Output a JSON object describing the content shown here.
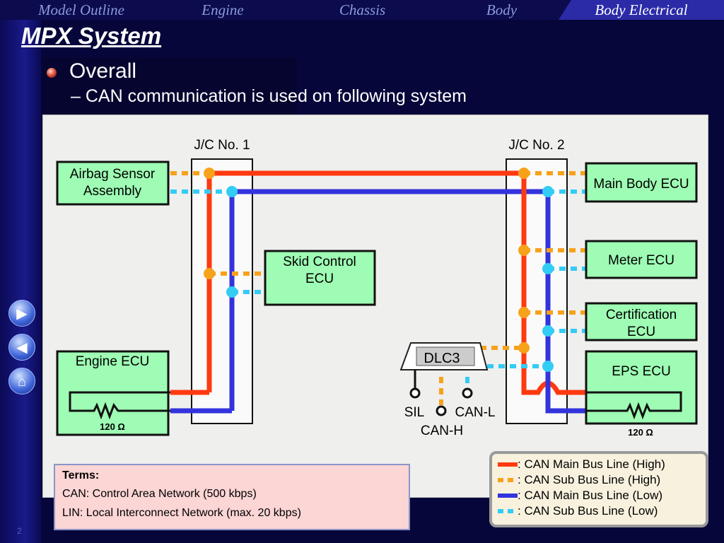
{
  "nav": {
    "tabs": [
      {
        "label": "Model Outline"
      },
      {
        "label": "Engine"
      },
      {
        "label": "Chassis"
      },
      {
        "label": "Body"
      },
      {
        "label": "Body Electrical"
      }
    ]
  },
  "slide": {
    "title": "MPX System",
    "heading": "Overall",
    "subheading": "–  CAN communication is used on following system"
  },
  "diagram": {
    "jc1_label": "J/C No. 1",
    "jc2_label": "J/C No. 2",
    "airbag": [
      "Airbag Sensor",
      "Assembly"
    ],
    "skid": [
      "Skid Control",
      "ECU"
    ],
    "engine_ecu": "Engine ECU",
    "main_body_ecu": "Main Body ECU",
    "meter_ecu": "Meter ECU",
    "certification": [
      "Certification",
      "ECU"
    ],
    "eps_ecu": "EPS ECU",
    "resistor_label": "120 Ω",
    "dlc3": "DLC3",
    "sil": "SIL",
    "can_l": "CAN-L",
    "can_h": "CAN-H",
    "colors": {
      "can_high": "#ff3a10",
      "can_low": "#3333dd",
      "sub_high": "#f7a21b",
      "sub_low": "#33ccf5",
      "ecu_fill": "#9efcb4"
    }
  },
  "terms": {
    "heading": "Terms:",
    "line1": "CAN: Control Area Network (500 kbps)",
    "line2": "LIN: Local Interconnect Network (max. 20 kbps)"
  },
  "legend": [
    ": CAN Main Bus Line (High)",
    ": CAN Sub Bus Line (High)",
    ": CAN Main Bus Line (Low)",
    ": CAN Sub Bus Line (Low)"
  ],
  "footer": {
    "page": "2"
  }
}
